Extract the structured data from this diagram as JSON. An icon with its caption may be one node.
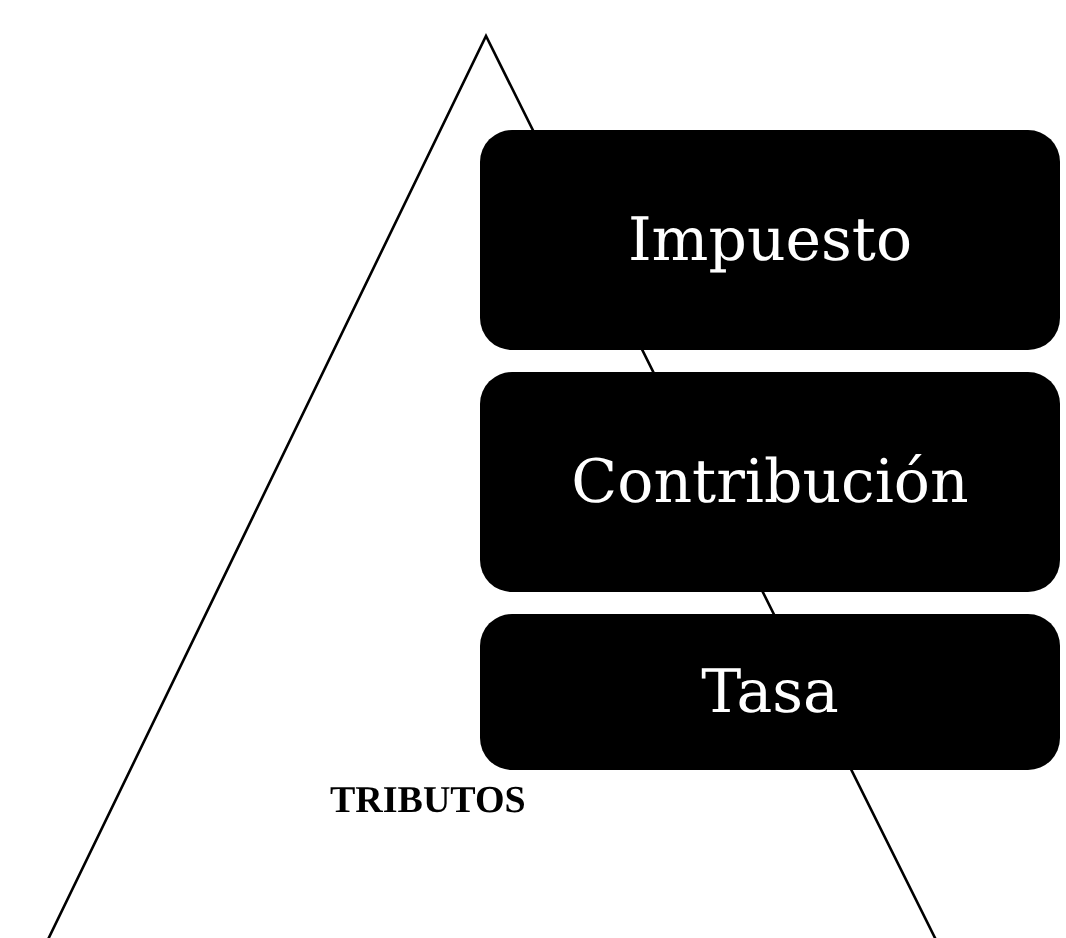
{
  "diagram": {
    "nodes": [
      {
        "text": [
          "TRIBUTOS"
        ]
      },
      {
        "text": [
          "Impuesto"
        ]
      },
      {
        "text": [
          "Contribución"
        ]
      },
      {
        "text": [
          "Tasa"
        ]
      }
    ]
  }
}
